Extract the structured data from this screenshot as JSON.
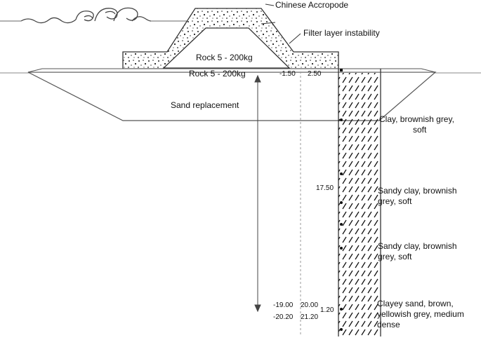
{
  "labels": {
    "armour": "Chinese Accropode",
    "filter_instability": "Filter layer instability",
    "rock_core": "Rock 5 - 200kg",
    "rock_bed": "Rock 5 - 200kg",
    "sand_replacement": "Sand replacement"
  },
  "dimensions": {
    "bed_level": "-1.50",
    "bed_offset": "2.50",
    "borehole_depth": "17.50",
    "bottom_level_1": "-19.00",
    "bottom_depth_1": "20.00",
    "bottom_level_2": "-20.20",
    "bottom_depth_2": "21.20",
    "layer_thickness": "1.20"
  },
  "soil_layers": [
    {
      "line1": "Clay, brownish grey,",
      "line2": "soft",
      "line3": ""
    },
    {
      "line1": "Sandy clay, brownish",
      "line2": "grey, soft",
      "line3": ""
    },
    {
      "line1": "Sandy clay, brownish",
      "line2": "grey, soft",
      "line3": ""
    },
    {
      "line1": "Clayey sand, brown,",
      "line2": "yellowish grey, medium",
      "line3": "dense"
    }
  ],
  "colors": {
    "line": "#555555",
    "ink": "#111111",
    "fill": "#ffffff"
  },
  "icons": {
    "waves": "wave-crest-icon"
  }
}
